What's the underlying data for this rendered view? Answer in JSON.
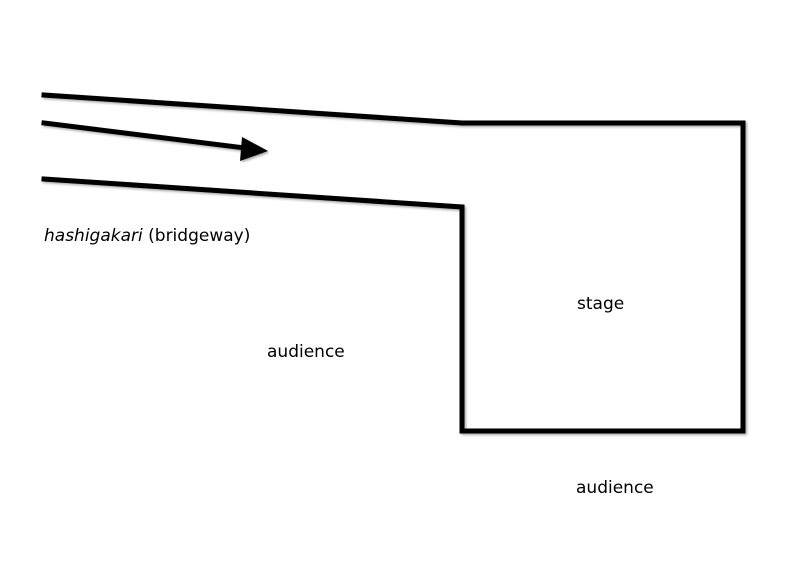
{
  "labels": {
    "bridgeway_term": "hashigakari",
    "bridgeway_gloss": "(bridgeway)",
    "stage": "stage",
    "audience_left": "audience",
    "audience_bottom": "audience"
  },
  "colors": {
    "line": "#000000",
    "background": "#ffffff"
  }
}
